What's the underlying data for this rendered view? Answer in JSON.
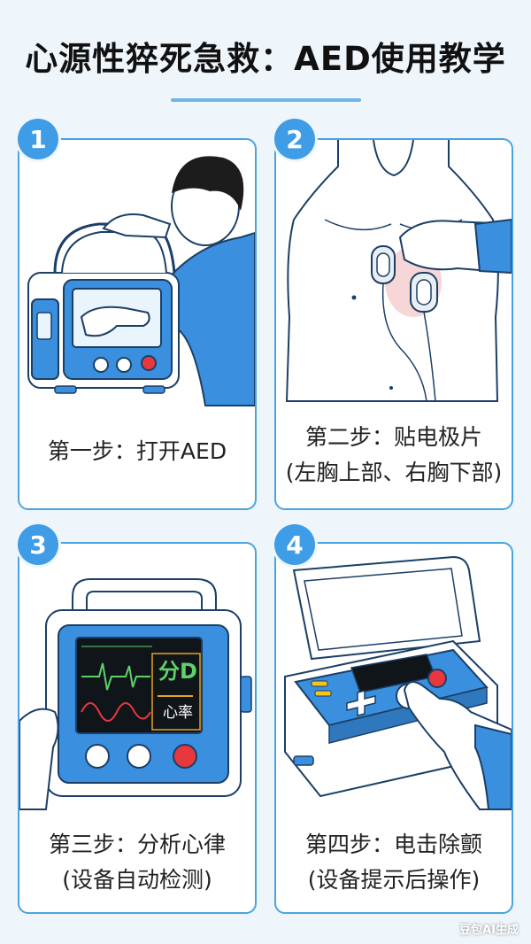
{
  "title": "心源性猝死急救：AED使用教学",
  "steps": [
    {
      "number": "1",
      "caption_line1": "第一步：打开AED",
      "caption_line2": ""
    },
    {
      "number": "2",
      "caption_line1": "第二步：贴电极片",
      "caption_line2": "(左胸上部、右胸下部)"
    },
    {
      "number": "3",
      "caption_line1": "第三步：分析心律",
      "caption_line2": "(设备自动检测)",
      "screen_label_top": "分D",
      "screen_label_bottom": "心率"
    },
    {
      "number": "4",
      "caption_line1": "第四步：电击除颤",
      "caption_line2": "(设备提示后操作)"
    }
  ],
  "watermark": "豆包AI生成",
  "colors": {
    "accent": "#3f9ce6",
    "border": "#4aa3e0",
    "device_blue": "#3a8fde",
    "shock_red": "#e8383d"
  }
}
